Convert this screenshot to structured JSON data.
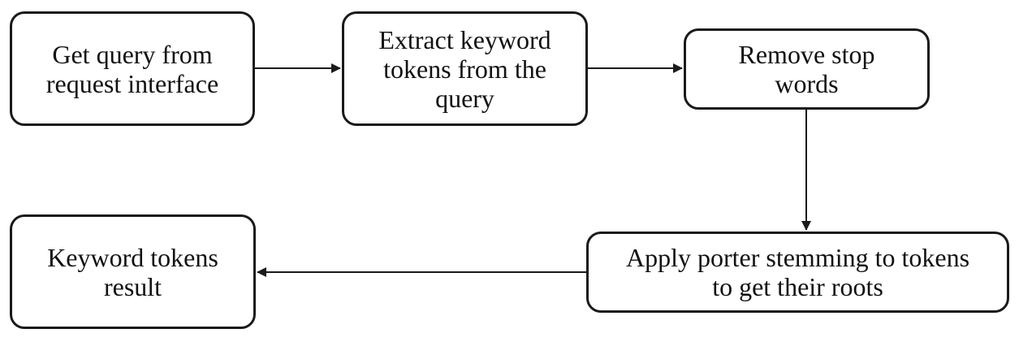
{
  "diagram": {
    "steps": [
      {
        "id": "get-query",
        "lines": [
          "Get query from",
          "request interface"
        ]
      },
      {
        "id": "extract-tokens",
        "lines": [
          "Extract keyword",
          "tokens from the",
          "query"
        ]
      },
      {
        "id": "remove-stop-words",
        "lines": [
          "Remove stop",
          "words"
        ]
      },
      {
        "id": "porter-stemming",
        "lines": [
          "Apply porter stemming to tokens",
          "to get their roots"
        ]
      },
      {
        "id": "result",
        "lines": [
          "Keyword tokens",
          "result"
        ]
      }
    ],
    "colors": {
      "stroke": "#1a1a1a",
      "text": "#111111",
      "background": "#ffffff"
    }
  }
}
